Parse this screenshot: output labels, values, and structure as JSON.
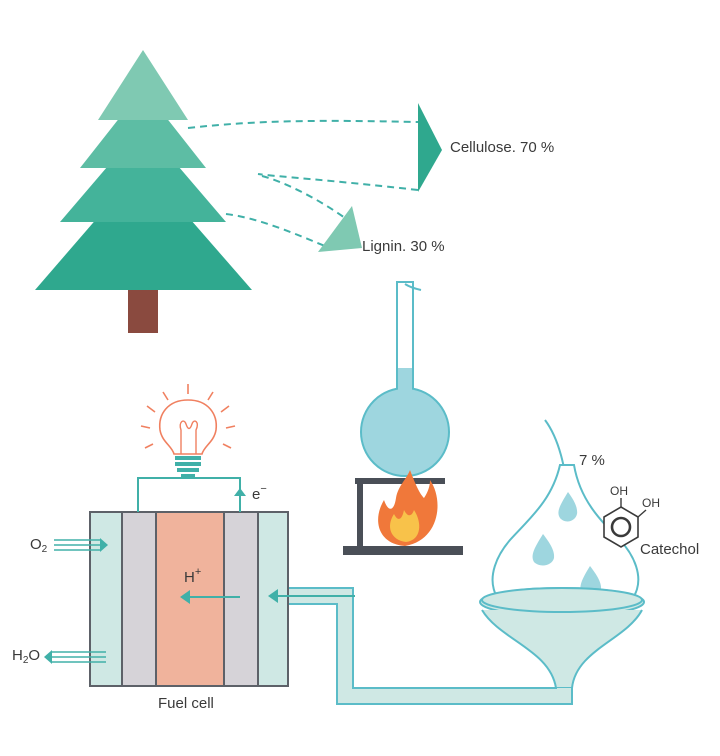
{
  "labels": {
    "cellulose": "Cellulose. 70 %",
    "lignin": "Lignin. 30 %",
    "yield": "7 %",
    "catechol": "Catechol",
    "oh_left": "OH",
    "oh_right": "OH",
    "electron": "e",
    "electron_sup": "−",
    "proton": "H",
    "proton_sup": "+",
    "oxygen": "O",
    "oxygen_sub": "2",
    "water_h": "H",
    "water_sub": "2",
    "water_o": "O",
    "fuel_cell": "Fuel cell"
  },
  "colors": {
    "tree_dark": "#2fa88e",
    "tree_light": "#7fc9b2",
    "trunk": "#8a4a3f",
    "teal_line": "#40b0a8",
    "flask_fill": "#9ed6df",
    "flask_stroke": "#5bbcc8",
    "fuel_cell_fill": "#cfe8e4",
    "membrane": "#f0b39c",
    "electrode": "#d6d3d8",
    "flame_outer": "#f0783a",
    "flame_inner": "#f8c24a",
    "bulb": "#f08060"
  }
}
